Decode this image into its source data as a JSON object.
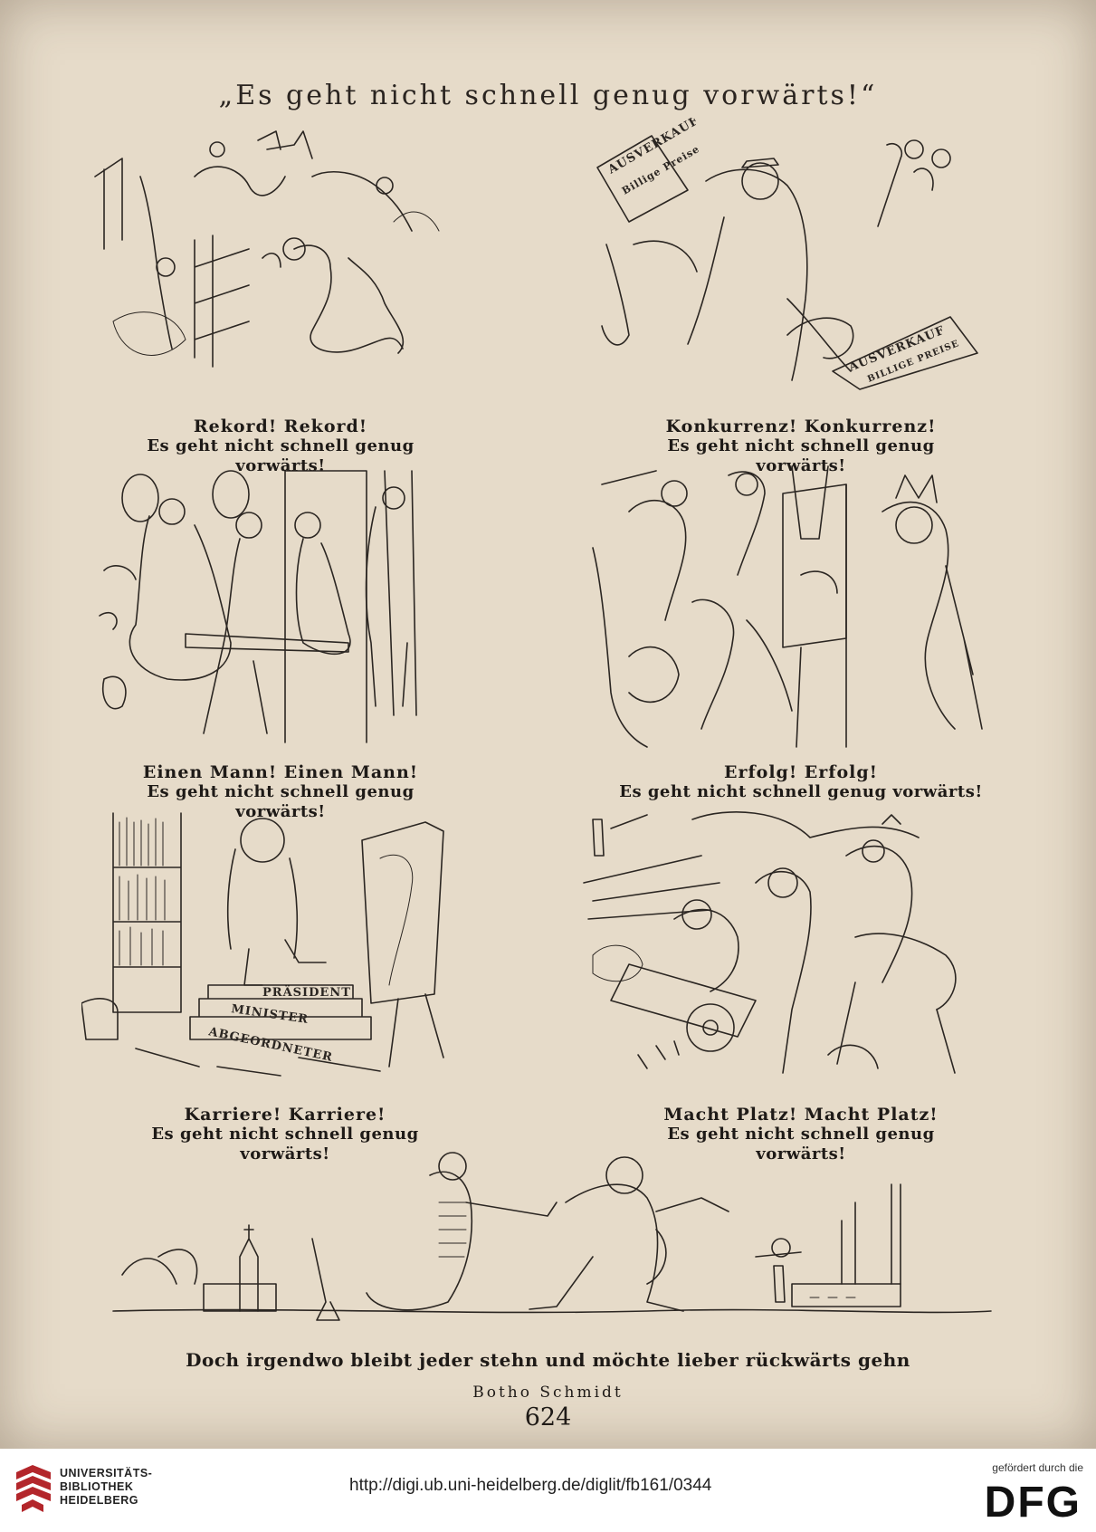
{
  "title": "„Es geht nicht schnell genug vorwärts!“",
  "panels": [
    {
      "caption_1": "Rekord!  Rekord!",
      "caption_2": "Es geht nicht schnell genug vorwärts!"
    },
    {
      "caption_1": "Konkurrenz!  Konkurrenz!",
      "caption_2": "Es geht nicht schnell genug vorwärts!",
      "sign_a": "AUSVERKAUF",
      "sign_b": "Billige Preise",
      "sign_c": "AUSVERKAUF",
      "sign_d": "BILLIGE PREISE"
    },
    {
      "caption_1": "Einen Mann!  Einen Mann!",
      "caption_2": "Es geht nicht schnell genug vorwärts!"
    },
    {
      "caption_1": "Erfolg!  Erfolg!",
      "caption_2": "Es geht nicht schnell genug vorwärts!"
    },
    {
      "caption_1": "Karriere!  Karriere!",
      "caption_2": "Es geht nicht schnell genug vorwärts!",
      "step_1": "PRÄSIDENT",
      "step_2": "MINISTER",
      "step_3": "ABGEORDNETER"
    },
    {
      "caption_1": "Macht Platz!  Macht Platz!",
      "caption_2": "Es geht nicht schnell genug vorwärts!"
    }
  ],
  "closing": "Doch irgendwo bleibt jeder stehn und möchte lieber rückwärts gehn",
  "author": "Botho Schmidt",
  "page_number": "624",
  "footer": {
    "institution_line_1": "UNIVERSITÄTS-",
    "institution_line_2": "BIBLIOTHEK",
    "institution_line_3": "HEIDELBERG",
    "url": "http://digi.ub.uni-heidelberg.de/diglit/fb161/0344",
    "funded_by": "gefördert durch die",
    "funder": "DFG"
  },
  "colors": {
    "paper": "#e6dbc9",
    "ink": "#2b2622",
    "logo_red": "#b3262b"
  }
}
